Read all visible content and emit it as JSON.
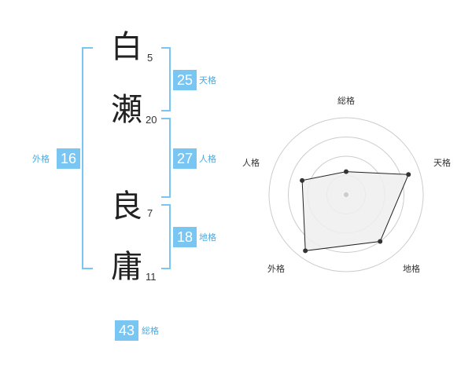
{
  "name_chars": [
    {
      "char": "白",
      "strokes": "5"
    },
    {
      "char": "瀬",
      "strokes": "20"
    },
    {
      "char": "良",
      "strokes": "7"
    },
    {
      "char": "庸",
      "strokes": "11"
    }
  ],
  "fortunes": {
    "tenkaku": {
      "value": "25",
      "label": "天格"
    },
    "jinkaku": {
      "value": "27",
      "label": "人格"
    },
    "chikaku": {
      "value": "18",
      "label": "地格"
    },
    "gaikaku": {
      "value": "16",
      "label": "外格"
    },
    "soukaku": {
      "value": "43",
      "label": "総格"
    }
  },
  "radar": {
    "labels": [
      "総格",
      "天格",
      "地格",
      "外格",
      "人格"
    ],
    "values": [
      0.3,
      0.85,
      0.75,
      0.9,
      0.6
    ],
    "colors": {
      "ring": "#cccccc",
      "fill": "#efefef",
      "line": "#222222",
      "point": "#333333",
      "center": "#cccccc"
    }
  },
  "colors": {
    "accent": "#79c6f2",
    "accent_text": "#4fa9de",
    "text": "#222222"
  }
}
